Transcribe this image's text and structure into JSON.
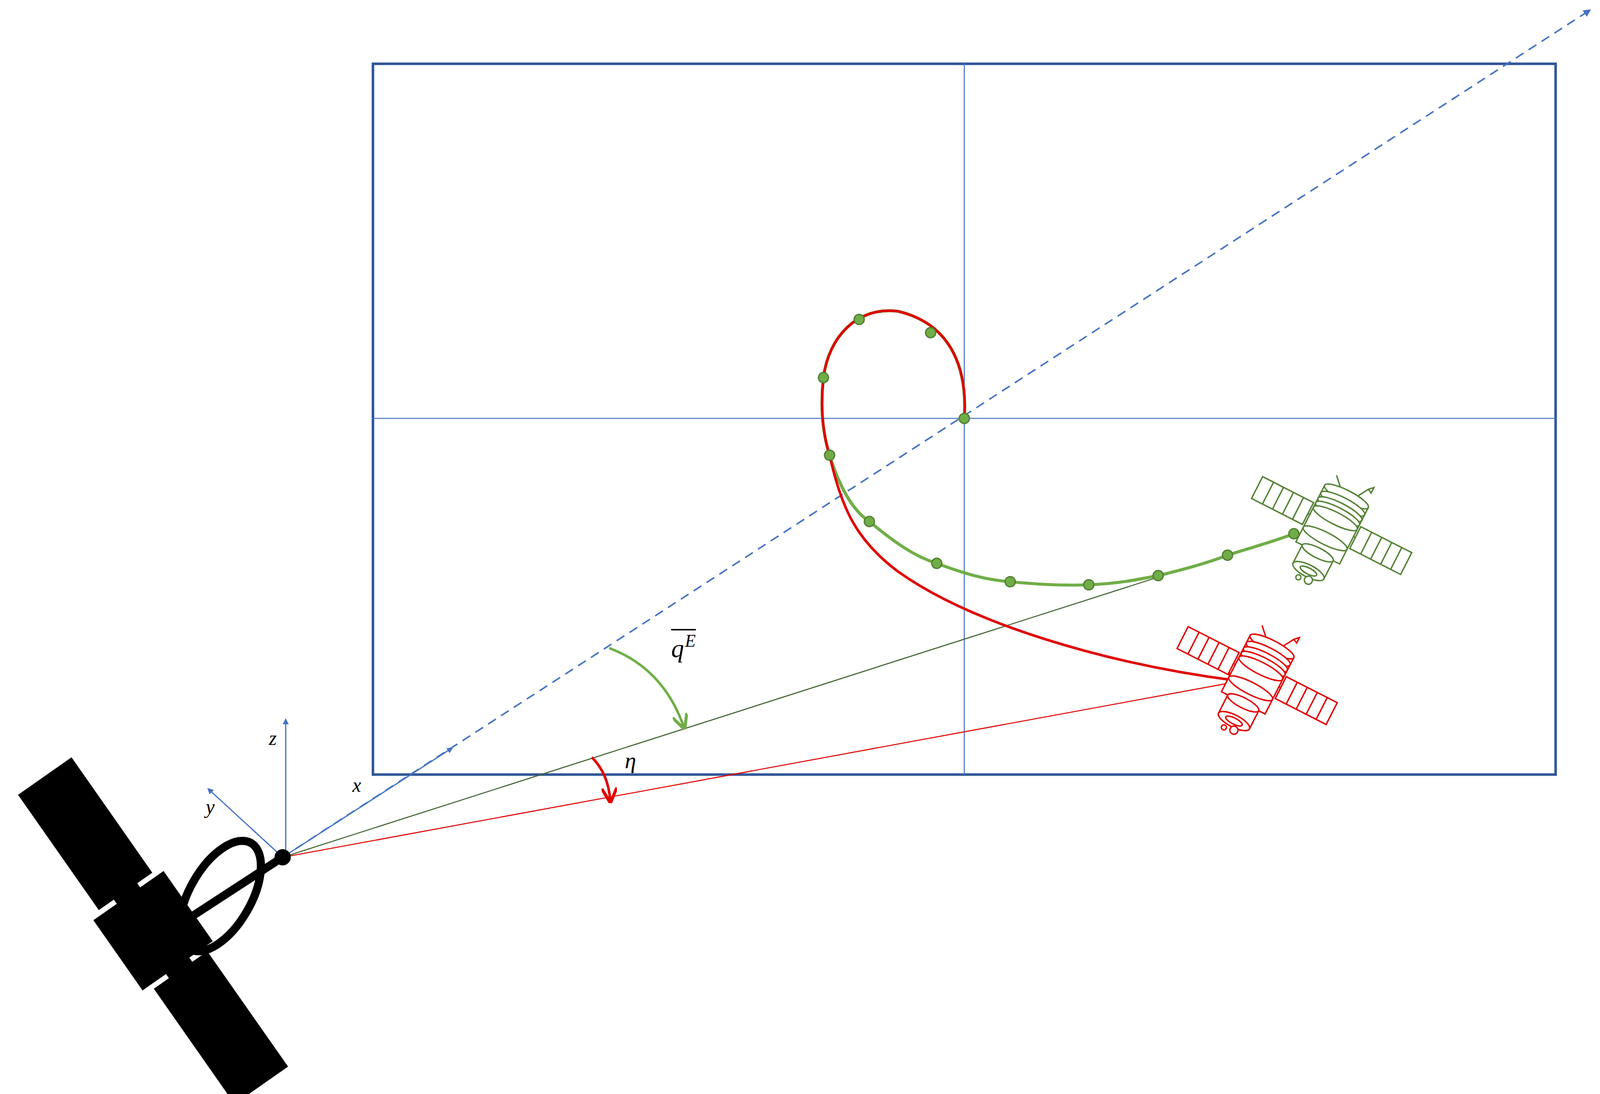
{
  "diagram": {
    "labels": [
      "z",
      "y",
      "x",
      "q",
      "E",
      "η"
    ]
  }
}
